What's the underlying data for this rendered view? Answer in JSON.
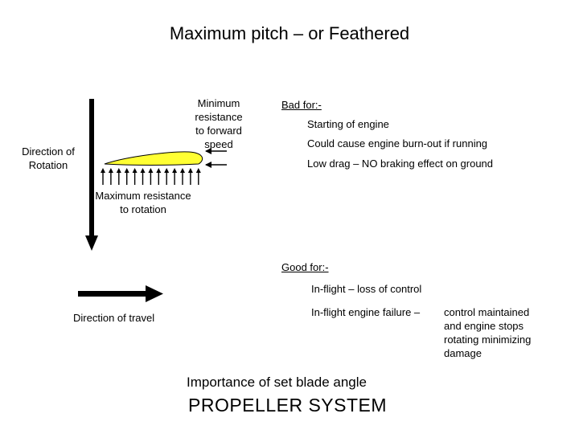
{
  "title": "Maximum pitch – or Feathered",
  "left": {
    "direction_of_rotation": [
      "Direction of",
      "Rotation"
    ],
    "max_resistance": [
      "Maximum resistance",
      "to rotation"
    ],
    "direction_of_travel": "Direction of travel"
  },
  "center": {
    "min_resistance": [
      "Minimum",
      "resistance",
      "to forward",
      "speed"
    ]
  },
  "bad_for": {
    "heading": "Bad for:-",
    "items": [
      "Starting of engine",
      "Could cause engine burn-out if running",
      "Low drag – NO braking effect on ground"
    ]
  },
  "good_for": {
    "heading": "Good for:-",
    "item1": "In-flight – loss of control",
    "item2_lead": "In-flight engine failure –",
    "item2_rest": [
      "control maintained",
      "and engine stops",
      "rotating minimizing",
      "damage"
    ]
  },
  "footer": {
    "importance": "Importance of set blade angle",
    "system": "PROPELLER SYSTEM"
  },
  "colors": {
    "airfoil_fill": "#ffff33",
    "ink": "#000000",
    "background": "#ffffff"
  }
}
